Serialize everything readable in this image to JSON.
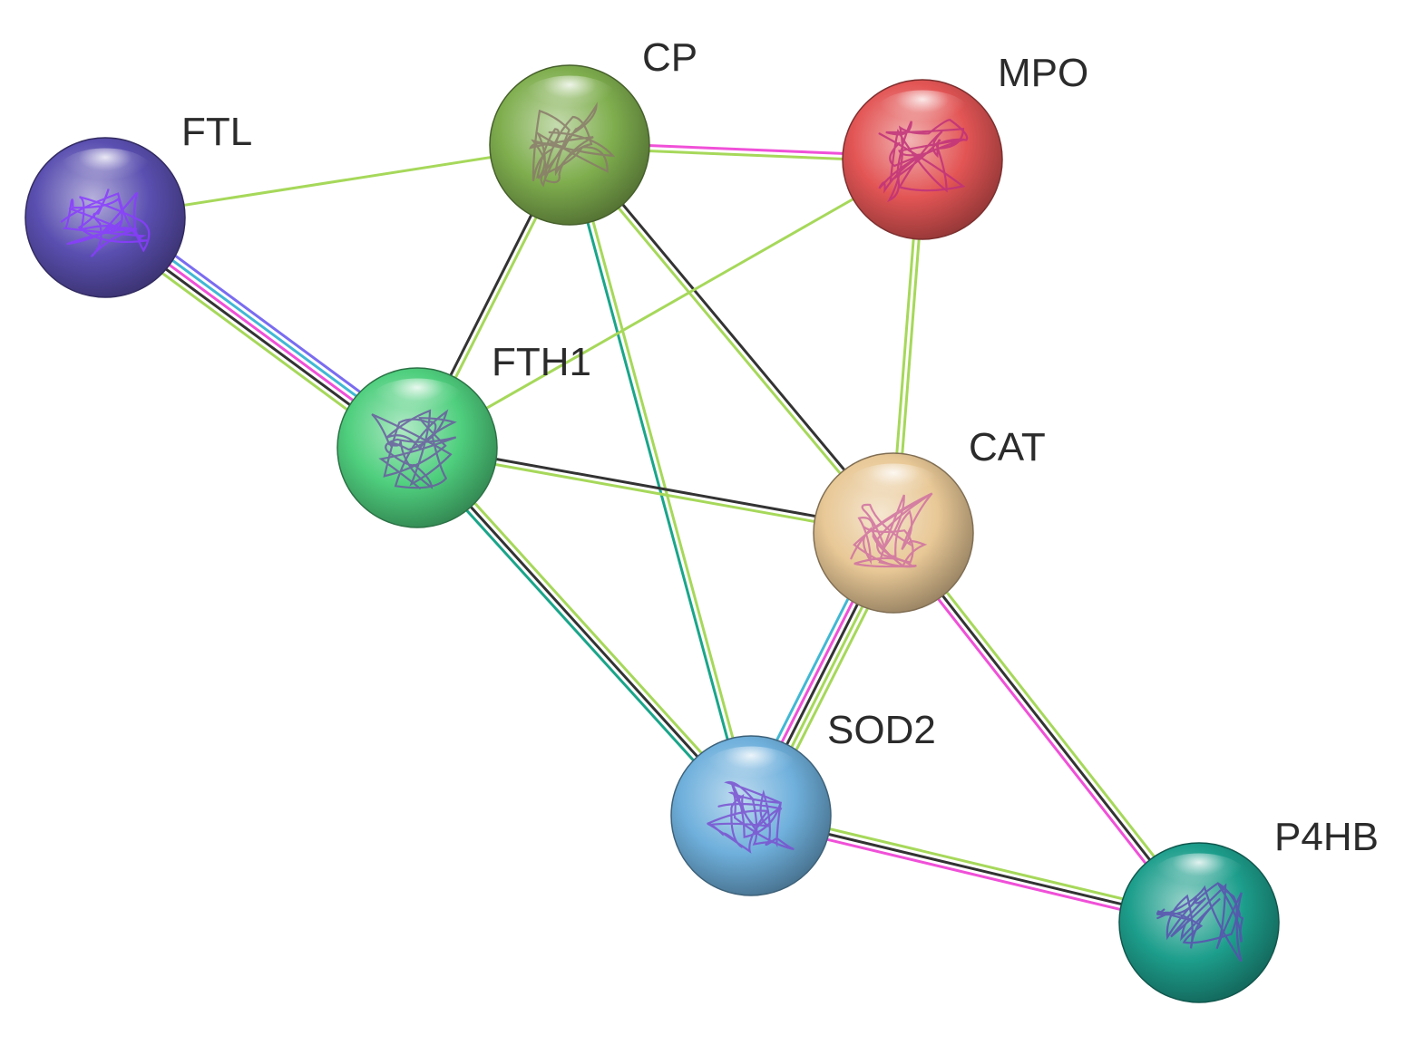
{
  "network": {
    "nodes": [
      {
        "id": "FTL",
        "label": "FTL",
        "color": "#5a4fb0",
        "structure_color": "#8a3cff"
      },
      {
        "id": "CP",
        "label": "CP",
        "color": "#7fae4e",
        "structure_color": "#8a7a6a"
      },
      {
        "id": "MPO",
        "label": "MPO",
        "color": "#e35555",
        "structure_color": "#c0307a"
      },
      {
        "id": "FTH1",
        "label": "FTH1",
        "color": "#4fcf7e",
        "structure_color": "#6a5aa0"
      },
      {
        "id": "CAT",
        "label": "CAT",
        "color": "#e8c896",
        "structure_color": "#d070a0"
      },
      {
        "id": "SOD2",
        "label": "SOD2",
        "color": "#6fb0dc",
        "structure_color": "#7a50d0"
      },
      {
        "id": "P4HB",
        "label": "P4HB",
        "color": "#1d9e8c",
        "structure_color": "#5a4fb0"
      }
    ],
    "edges": [
      {
        "source": "FTL",
        "target": "CP",
        "colors": [
          "#a6d85a"
        ]
      },
      {
        "source": "FTL",
        "target": "FTH1",
        "colors": [
          "#7a6cf0",
          "#41b8d4",
          "#f050d8",
          "#333333",
          "#a6d85a"
        ]
      },
      {
        "source": "CP",
        "target": "MPO",
        "colors": [
          "#f050d8",
          "#a6d85a"
        ]
      },
      {
        "source": "CP",
        "target": "FTH1",
        "colors": [
          "#a6d85a",
          "#333333"
        ]
      },
      {
        "source": "CP",
        "target": "SOD2",
        "colors": [
          "#a6d85a",
          "#1aa58a"
        ]
      },
      {
        "source": "CP",
        "target": "CAT",
        "colors": [
          "#333333",
          "#a6d85a"
        ]
      },
      {
        "source": "MPO",
        "target": "FTH1",
        "colors": [
          "#a6d85a"
        ]
      },
      {
        "source": "MPO",
        "target": "CAT",
        "colors": [
          "#a6d85a",
          "#a6d85a"
        ]
      },
      {
        "source": "FTH1",
        "target": "CAT",
        "colors": [
          "#333333",
          "#a6d85a"
        ]
      },
      {
        "source": "FTH1",
        "target": "SOD2",
        "colors": [
          "#a6d85a",
          "#333333",
          "#1aa58a"
        ]
      },
      {
        "source": "CAT",
        "target": "SOD2",
        "colors": [
          "#a6d85a",
          "#a6d85a",
          "#333333",
          "#f050d8",
          "#41b8d4"
        ]
      },
      {
        "source": "CAT",
        "target": "P4HB",
        "colors": [
          "#a6d85a",
          "#333333",
          "#f050d8"
        ]
      },
      {
        "source": "SOD2",
        "target": "P4HB",
        "colors": [
          "#a6d85a",
          "#333333",
          "#f050d8"
        ]
      }
    ]
  }
}
